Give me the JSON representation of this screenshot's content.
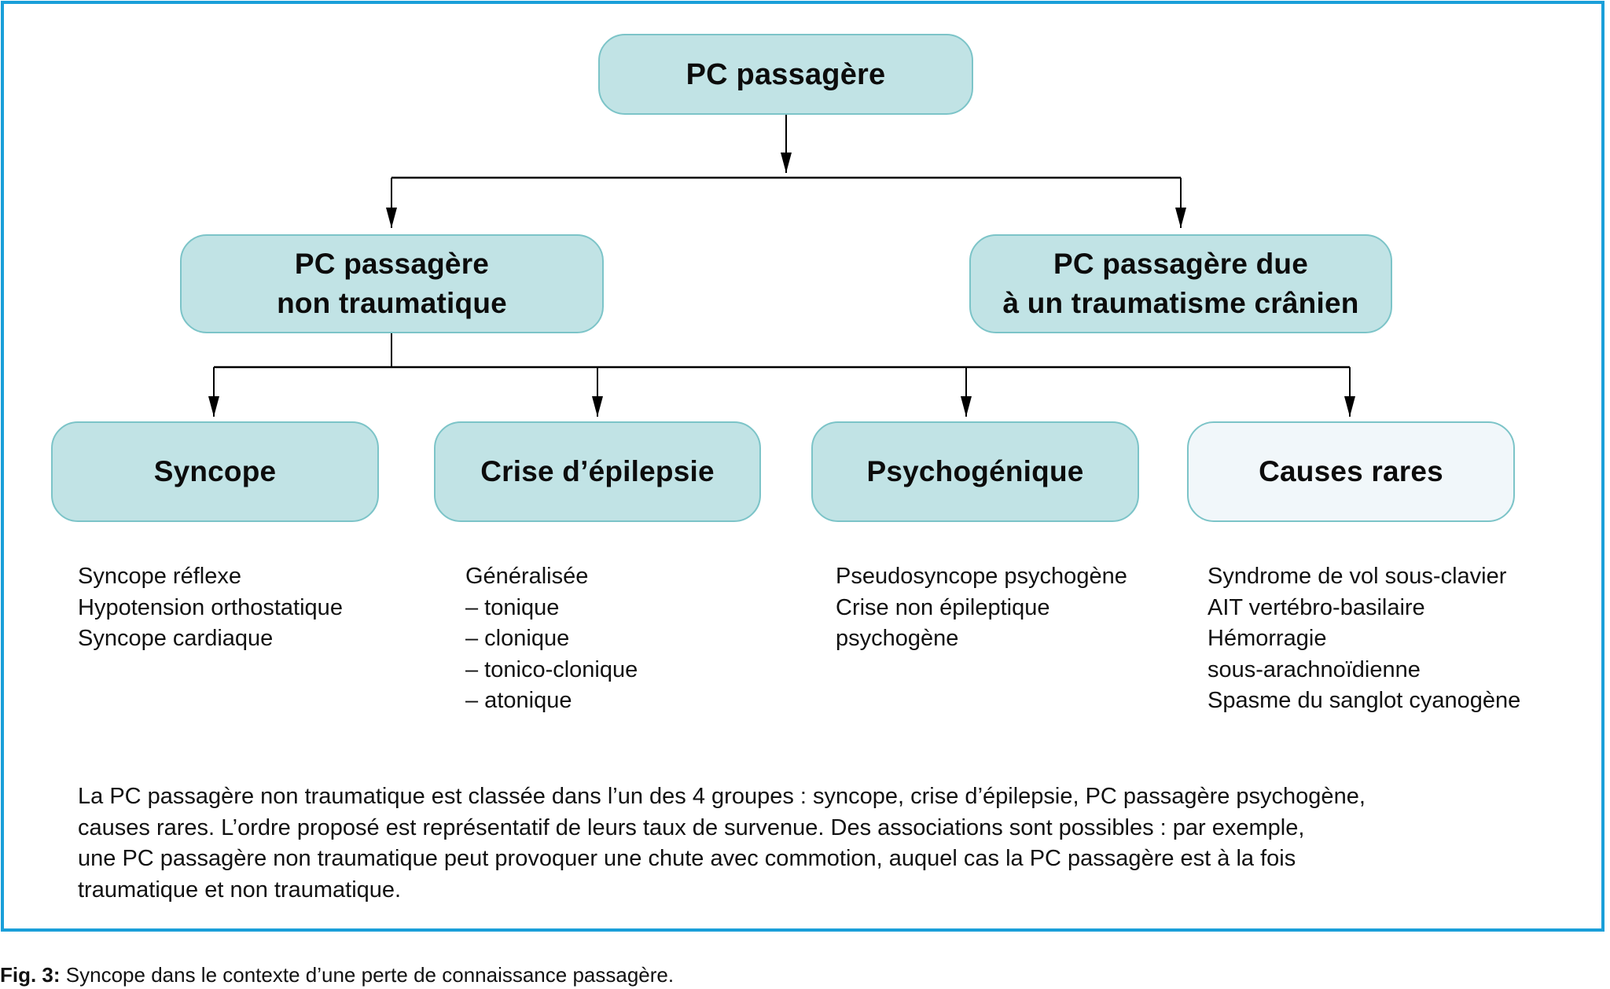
{
  "colors": {
    "frame_border": "#1a9fd9",
    "node_fill": "#c1e3e5",
    "node_fill_light": "#f1f7fa",
    "node_border": "#7cc4c8",
    "connector": "#000000"
  },
  "diagram": {
    "root": {
      "label_lines": [
        "PC passagère"
      ]
    },
    "level2": [
      {
        "id": "non-traumatic",
        "label_lines": [
          "PC passagère",
          "non traumatique"
        ]
      },
      {
        "id": "head-trauma",
        "label_lines": [
          "PC passagère due",
          "à un traumatisme crânien"
        ]
      }
    ],
    "level3": [
      {
        "id": "syncope",
        "label": "Syncope",
        "items": [
          "Syncope réflexe",
          "Hypotension orthostatique",
          "Syncope cardiaque"
        ]
      },
      {
        "id": "epilepsy",
        "label": "Crise d’épilepsie",
        "items": [
          "Généralisée",
          "– tonique",
          "– clonique",
          "– tonico-clonique",
          "– atonique"
        ]
      },
      {
        "id": "psychogenic",
        "label": "Psychogénique",
        "items": [
          "Pseudosyncope psychogène",
          "Crise non épileptique",
          "psychogène"
        ]
      },
      {
        "id": "rare-causes",
        "label": "Causes rares",
        "items": [
          "Syndrome de vol sous-clavier",
          "AIT vertébro-basilaire",
          "Hémorragie",
          "sous-arachnoïdienne",
          "Spasme du sanglot cyanogène"
        ]
      }
    ],
    "edges": [
      [
        "root",
        "non-traumatic"
      ],
      [
        "root",
        "head-trauma"
      ],
      [
        "non-traumatic",
        "syncope"
      ],
      [
        "non-traumatic",
        "epilepsy"
      ],
      [
        "non-traumatic",
        "psychogenic"
      ],
      [
        "non-traumatic",
        "rare-causes"
      ]
    ]
  },
  "note": {
    "lines": [
      "La PC passagère non traumatique est classée dans l’un des 4 groupes : syncope, crise d’épilepsie, PC passagère psychogène,",
      "causes rares. L’ordre proposé est représentatif de leurs taux de survenue. Des associations sont possibles : par exemple,",
      "une PC passagère non traumatique peut provoquer une chute avec commotion, auquel cas la PC passagère est à la fois",
      "traumatique et non traumatique."
    ]
  },
  "caption": {
    "label": "Fig. 3:",
    "text": " Syncope dans le contexte d’une perte de connaissance passagère."
  }
}
